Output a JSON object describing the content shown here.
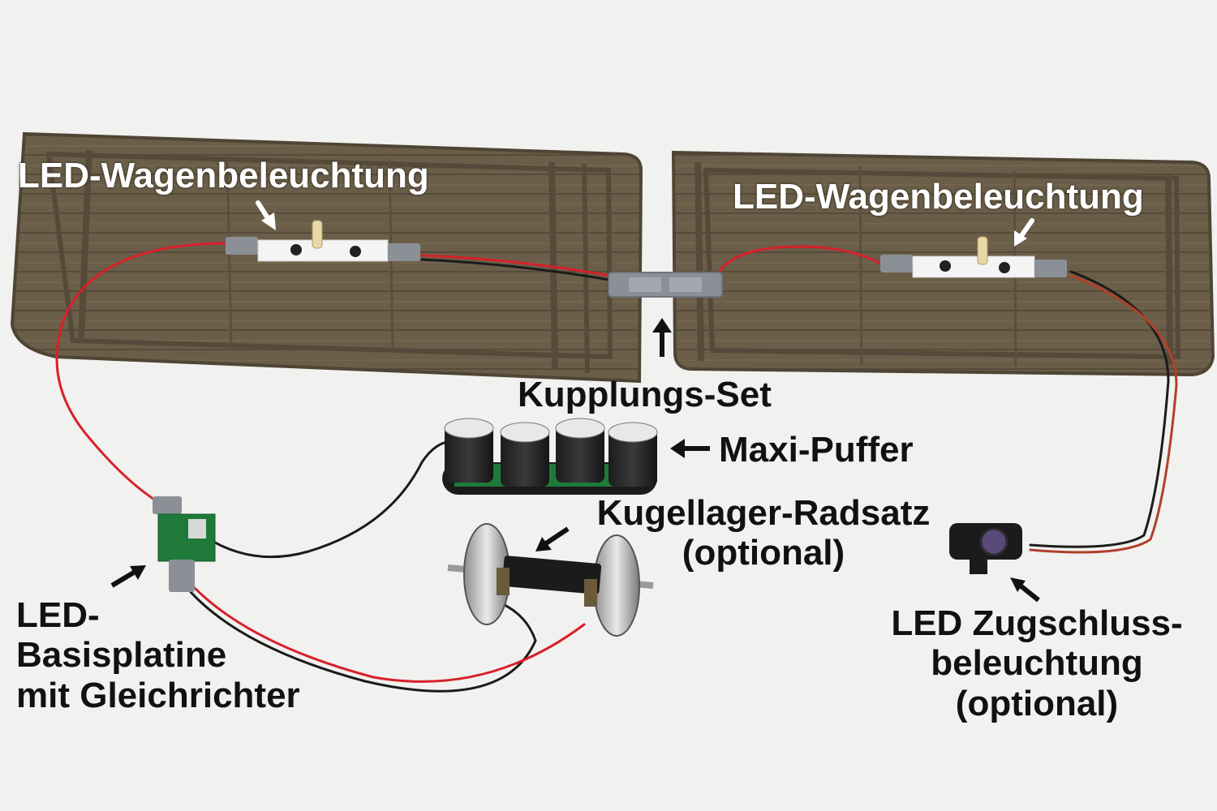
{
  "labels": {
    "wagen_left": "LED-Wagenbeleuchtung",
    "wagen_right": "LED-Wagenbeleuchtung",
    "kupplung": "Kupplungs-Set",
    "maxi_puffer": "Maxi-Puffer",
    "radsatz_line1": "Kugellager-Radsatz",
    "radsatz_line2": "(optional)",
    "basis_line1": "LED-",
    "basis_line2": "Basisplatine",
    "basis_line3": "mit Gleichrichter",
    "zug_line1": "LED Zugschluss-",
    "zug_line2": "beleuchtung",
    "zug_line3": "(optional)"
  },
  "colors": {
    "background": "#f1f1ef",
    "tray": "#6b5e49",
    "tray_dark": "#4f4535",
    "wire_red": "#d8202a",
    "wire_black": "#1b1b1b",
    "connector": "#8b9097",
    "pcb_green": "#1f7a3a",
    "label_text": "#111111",
    "label_white": "#ffffff"
  }
}
